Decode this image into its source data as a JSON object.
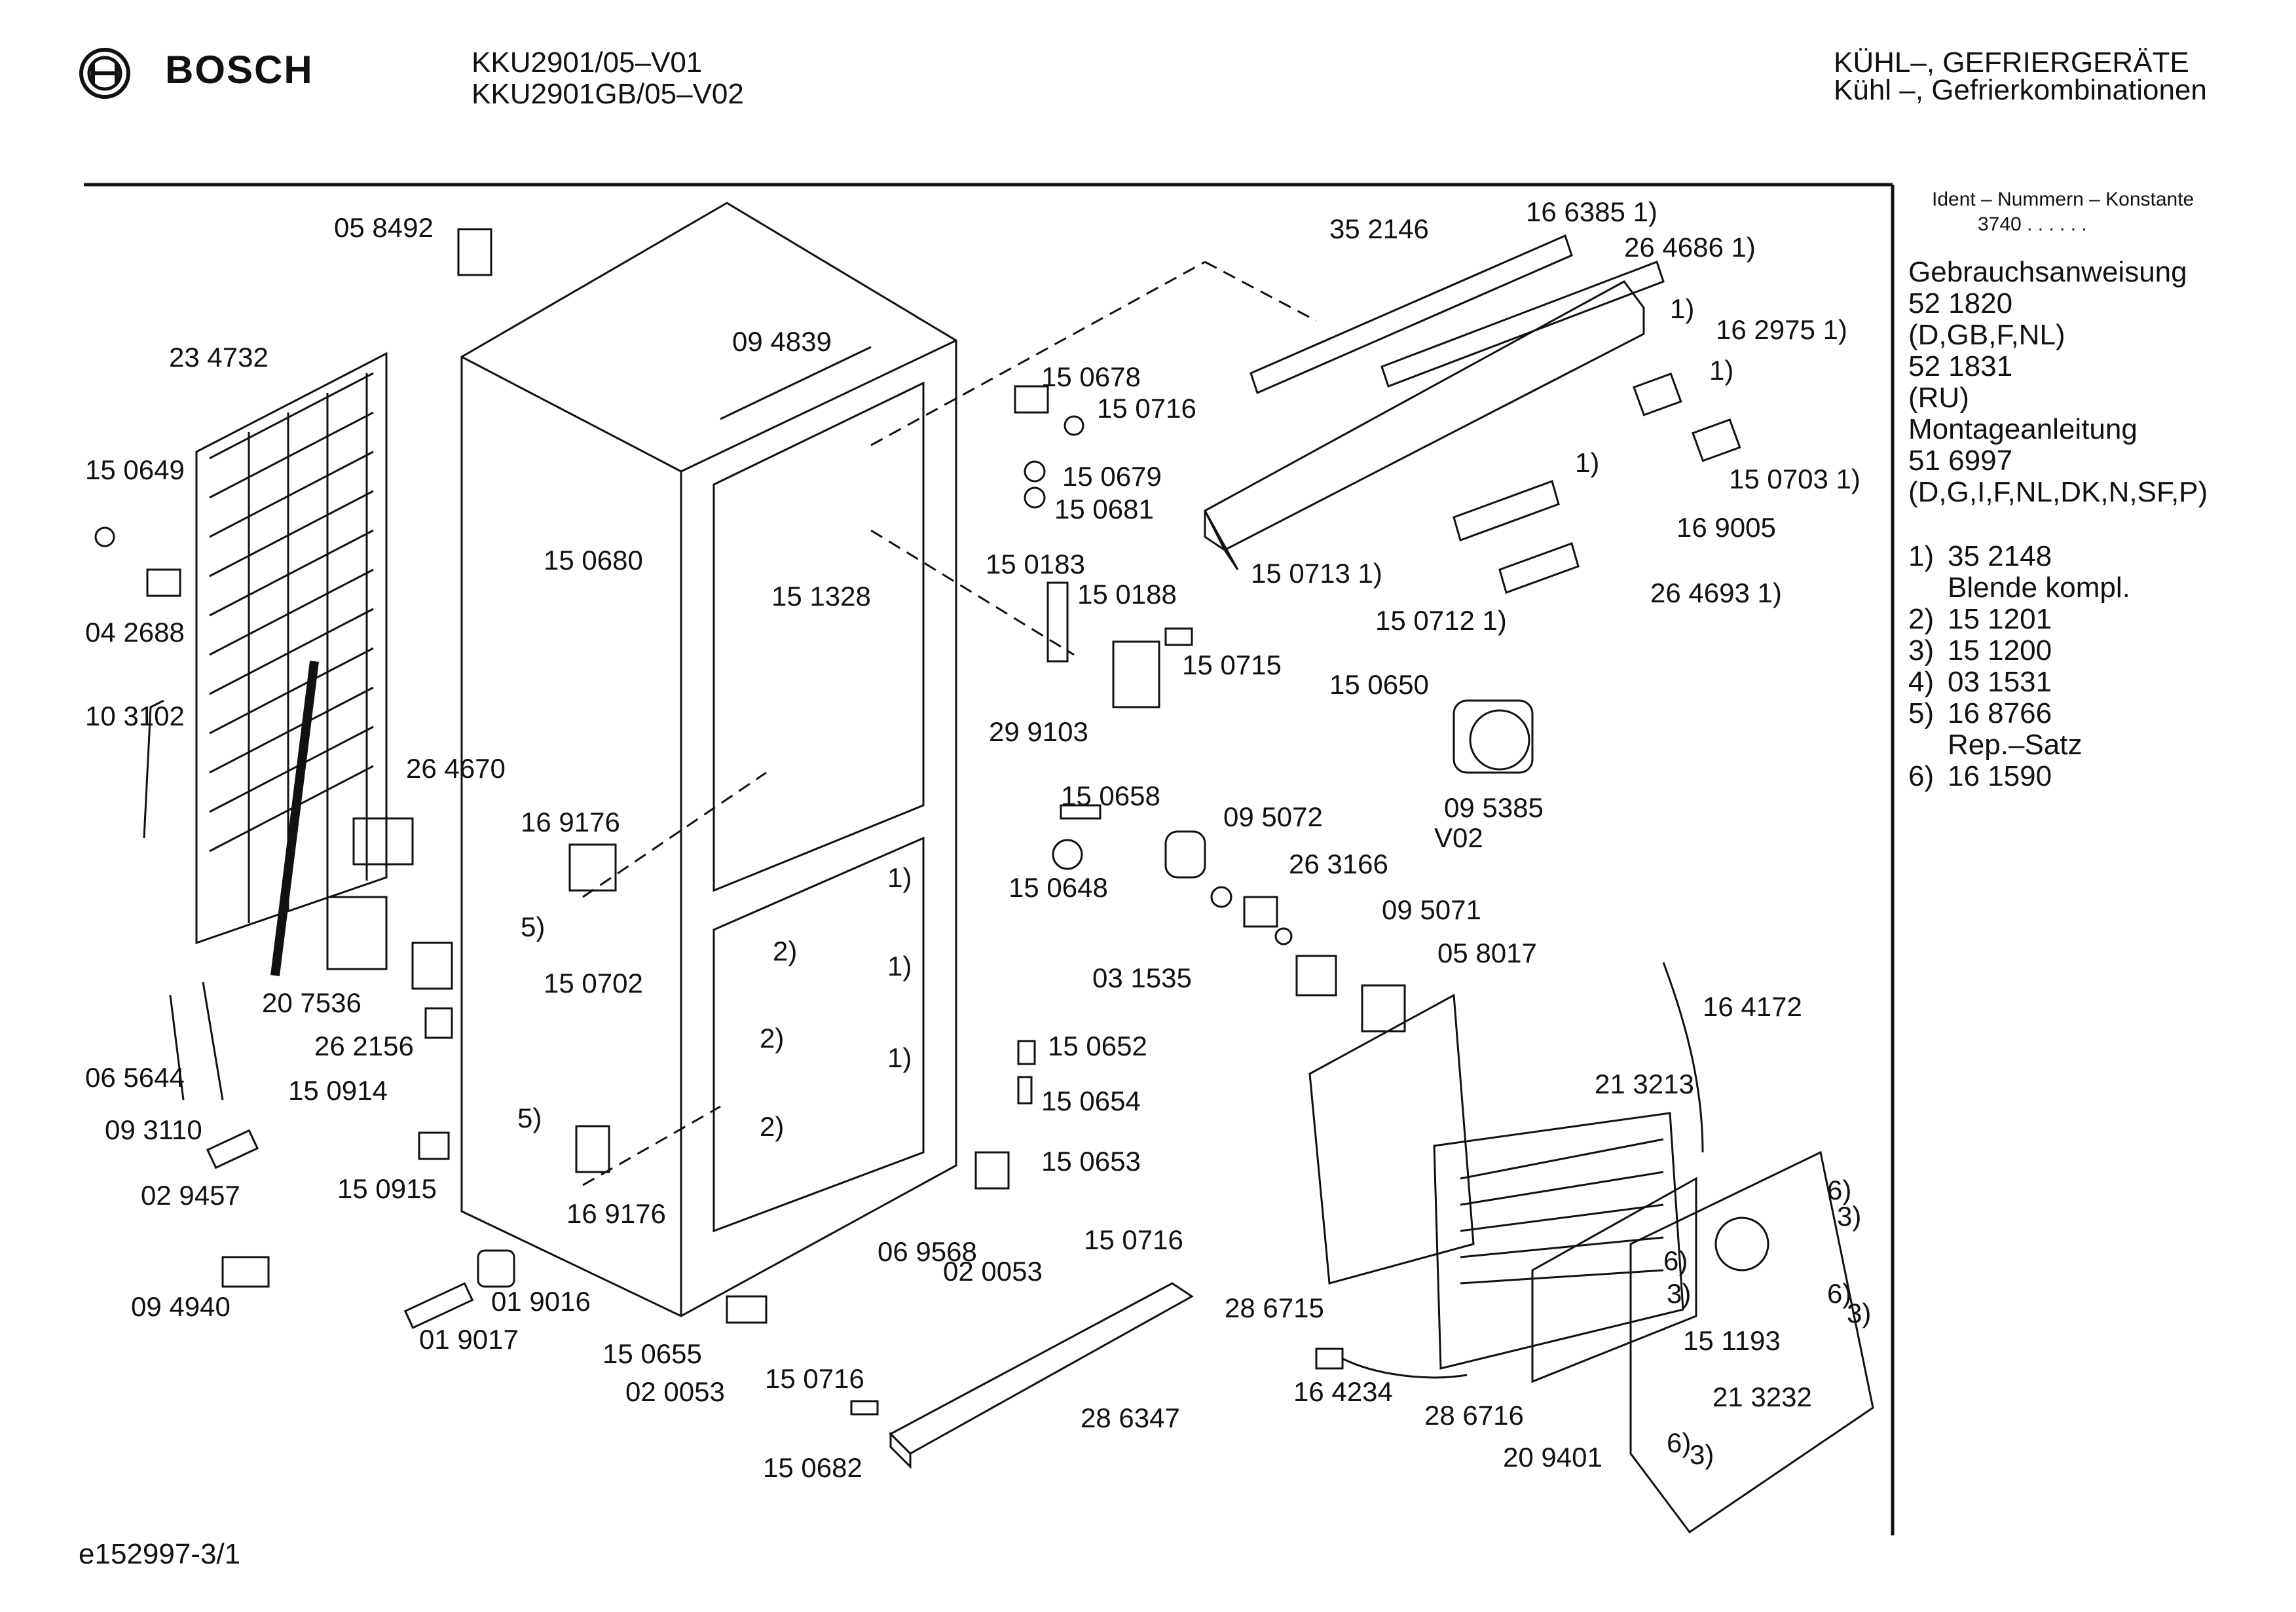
{
  "header": {
    "brand": "BOSCH",
    "models": [
      "KKU2901/05–V01",
      "KKU2901GB/05–V02"
    ],
    "category": [
      "KÜHL–, GEFRIERGERÄTE",
      "Kühl –, Gefrierkombinationen"
    ]
  },
  "sidebar": {
    "ident_title": "Ident – Nummern – Konstante",
    "ident_value": "3740 . . . . . .",
    "lines": [
      "Gebrauchsanweisung",
      "52 1820",
      "(D,GB,F,NL)",
      "52 1831",
      "(RU)",
      "Montageanleitung",
      "51 6997",
      "(D,G,I,F,NL,DK,N,SF,P)"
    ],
    "notes": [
      {
        "key": "1)",
        "value": "35 2148"
      },
      {
        "key": "",
        "value": "Blende kompl."
      },
      {
        "key": "2)",
        "value": "15 1201"
      },
      {
        "key": "3)",
        "value": "15 1200"
      },
      {
        "key": "4)",
        "value": "03 1531"
      },
      {
        "key": "5)",
        "value": "16 8766"
      },
      {
        "key": "",
        "value": "Rep.–Satz"
      },
      {
        "key": "6)",
        "value": "16 1590"
      }
    ]
  },
  "footer": {
    "doc_id": "e152997-3/1"
  },
  "part_labels": [
    "05 8492",
    "23 4732",
    "15 0649",
    "04 2688",
    "10 3102",
    "26 4670",
    "20 7536",
    "26 2156",
    "15 0914",
    "06 5644",
    "09 3110",
    "02 9457",
    "15 0915",
    "09 4940",
    "01 9017",
    "01 9016",
    "15 0655",
    "02 0053",
    "15 0716",
    "15 0682",
    "28 6347",
    "09 4839",
    "15 0680",
    "15 1328",
    "16 9176",
    "5)",
    "15 0702",
    "16 9176",
    "5)",
    "06 9568",
    "02 0053",
    "15 0653",
    "15 0716",
    "15 0652",
    "15 0654",
    "15 0658",
    "15 0648",
    "15 0678",
    "15 0716",
    "15 0679",
    "15 0681",
    "15 0183",
    "15 0188",
    "29 9103",
    "15 0715",
    "15 0650",
    "35 2146",
    "16 6385 1)",
    "26 4686 1)",
    "1)",
    "16 2975 1)",
    "1)",
    "15 0703 1)",
    "16 9005",
    "1)",
    "15 0713 1)",
    "15 0712 1)",
    "26 4693 1)",
    "09 5385",
    "V02",
    "09 5072",
    "26 3166",
    "03 1535",
    "09 5071",
    "05 8017",
    "16 4172",
    "21 3213",
    "28 6715",
    "16 4234",
    "28 6716",
    "20 9401",
    "15 1193",
    "21 3232",
    "6)",
    "3)",
    "6)",
    "3)",
    "6)",
    "3)",
    "6)",
    "3)",
    "1)",
    "1)",
    "1)",
    "2)",
    "2)",
    "2)"
  ]
}
